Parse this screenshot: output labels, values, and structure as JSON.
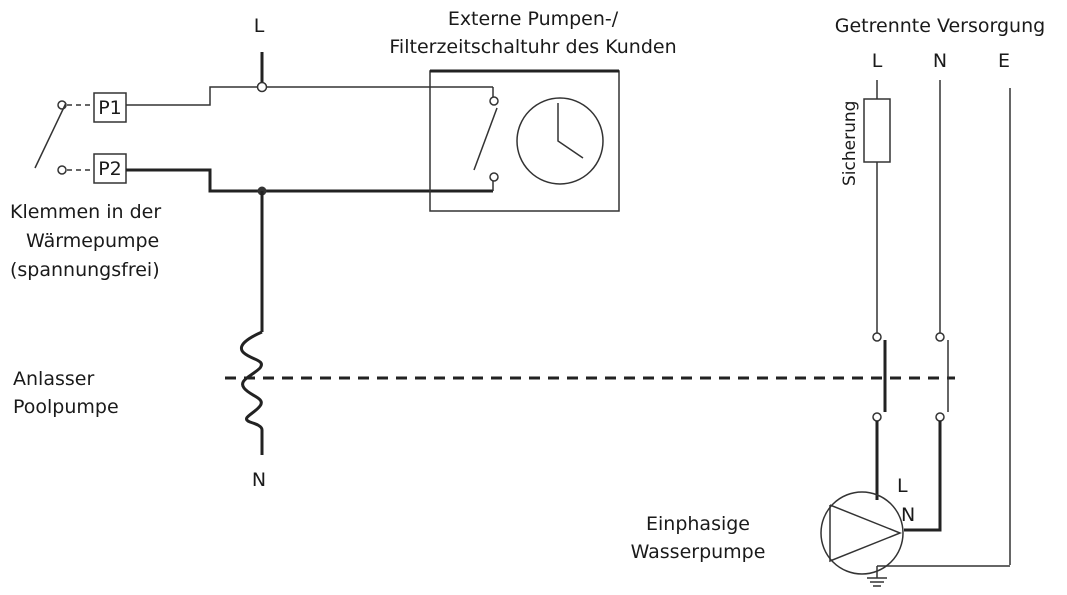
{
  "diagram": {
    "labels": {
      "timer_title_line1": "Externe Pumpen-/",
      "timer_title_line2": "Filterzeitschaltuhr des Kunden",
      "supply_title": "Getrennte Versorgung",
      "supply_L": "L",
      "supply_N": "N",
      "supply_E": "E",
      "main_L": "L",
      "main_N": "N",
      "terminal_p1": "P1",
      "terminal_p2": "P2",
      "terminals_line1": "Klemmen in der",
      "terminals_line2": "Wärmepumpe",
      "terminals_line3": "(spannungsfrei)",
      "fuse": "Sicherung",
      "starter_line1": "Anlasser",
      "starter_line2": "Poolpumpe",
      "pump_line1": "Einphasige",
      "pump_line2": "Wasserpumpe",
      "pump_L": "L",
      "pump_N": "N"
    },
    "icons": [
      "switch-icon",
      "clock-icon",
      "fuse-icon",
      "coil-icon",
      "contactor-icon",
      "pump-icon",
      "ground-icon"
    ]
  }
}
